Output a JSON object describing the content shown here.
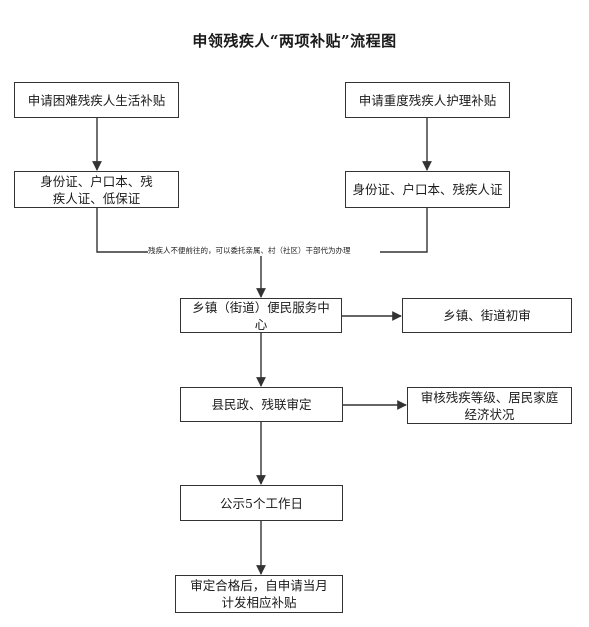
{
  "title": "申领残疾人“两项补贴”流程图",
  "nodes": {
    "apply_hardship": "申请困难残疾人生活补贴",
    "apply_severe": "申请重度残疾人护理补贴",
    "docs_hardship": "身份证、户口本、残疾人证、低保证",
    "docs_severe": "身份证、户口本、残疾人证",
    "town_center": "乡镇（街道）便民服务中心",
    "town_review": "乡镇、街道初审",
    "county_review": "县民政、残联审定",
    "audit_level": "审核残疾等级、居民家庭经济状况",
    "publicity": "公示5个工作日",
    "approved": "审定合格后，自申请当月计发相应补贴"
  },
  "note": "残疾人不便前往的，可以委托亲属、村（社区）干部代为办理"
}
